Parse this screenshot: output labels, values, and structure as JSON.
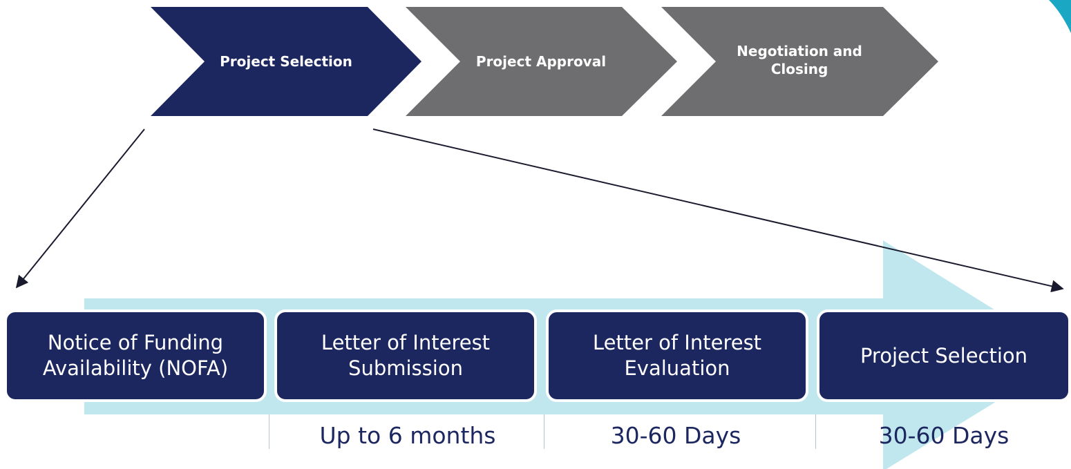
{
  "colors": {
    "active_stage": "#1c2760",
    "inactive_stage": "#6e6e70",
    "timeline_arrow": "#bfe7ed",
    "logo_accent": "#1aa7c4"
  },
  "stages": [
    {
      "label": "Project Selection",
      "state": "active"
    },
    {
      "label": "Project Approval",
      "state": "inactive"
    },
    {
      "label": "Negotiation and Closing",
      "state": "inactive"
    }
  ],
  "steps": [
    {
      "label": "Notice of Funding Availability (NOFA)"
    },
    {
      "label": "Letter of Interest Submission"
    },
    {
      "label": "Letter of Interest Evaluation"
    },
    {
      "label": "Project Selection"
    }
  ],
  "durations": [
    "Up to 6 months",
    "30-60 Days",
    "30-60 Days"
  ]
}
